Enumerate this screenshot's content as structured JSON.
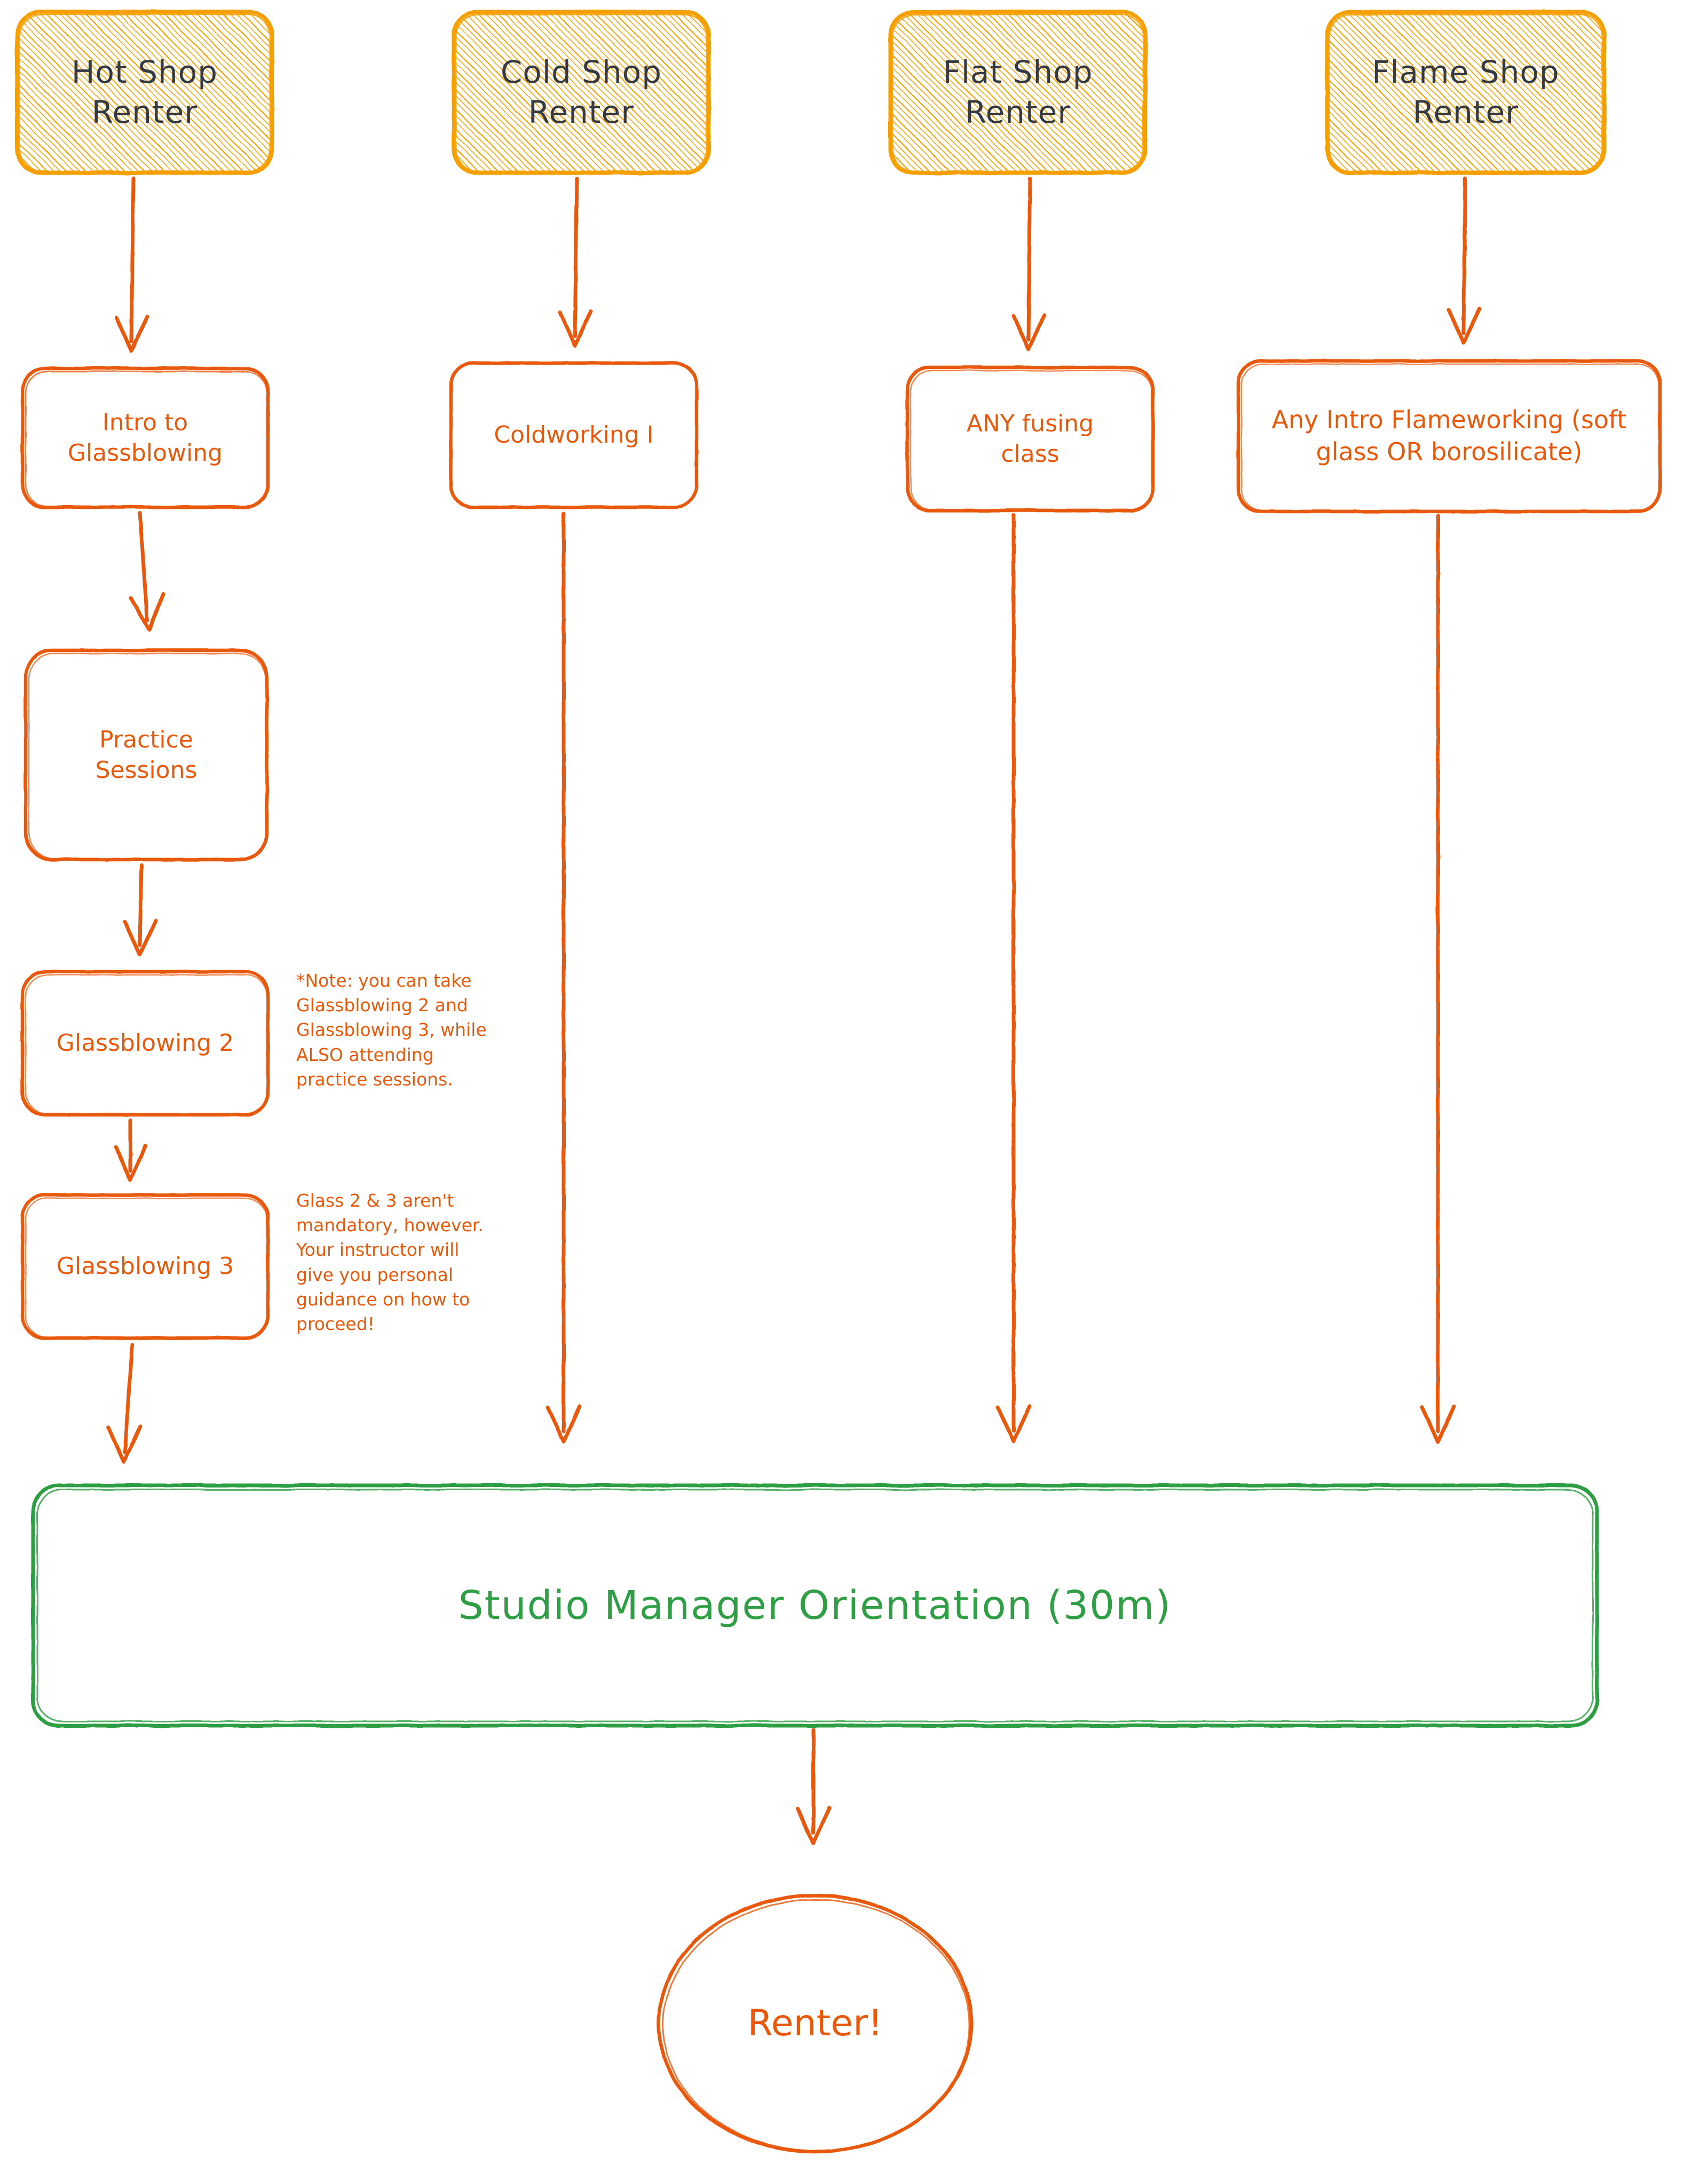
{
  "diagram": {
    "title": "Glass Studio Renter Pathways Flowchart",
    "colors": {
      "hatch_orange": "#f59f00",
      "outline_orange": "#e8590c",
      "node_text_dark": "#343a40",
      "green": "#2f9e44",
      "background": "#ffffff"
    },
    "start_nodes": [
      {
        "id": "hot-shop-renter",
        "label": "Hot Shop\nRenter"
      },
      {
        "id": "cold-shop-renter",
        "label": "Cold Shop\nRenter"
      },
      {
        "id": "flat-shop-renter",
        "label": "Flat Shop\nRenter"
      },
      {
        "id": "flame-shop-renter",
        "label": "Flame Shop\nRenter"
      }
    ],
    "class_nodes": [
      {
        "id": "intro-to-glassblowing",
        "label": "Intro to\nGlassblowing"
      },
      {
        "id": "coldworking-1",
        "label": "Coldworking I"
      },
      {
        "id": "any-fusing-class",
        "label": "ANY fusing\nclass"
      },
      {
        "id": "any-intro-flameworking",
        "label": "Any Intro Flameworking (soft\nglass OR borosilicate)"
      },
      {
        "id": "practice-sessions",
        "label": "Practice\nSessions"
      },
      {
        "id": "glassblowing-2",
        "label": "Glassblowing 2"
      },
      {
        "id": "glassblowing-3",
        "label": "Glassblowing 3"
      }
    ],
    "orientation_node": {
      "id": "studio-manager-orientation",
      "label": "Studio Manager Orientation (30m)"
    },
    "terminal_node": {
      "id": "renter-terminal",
      "label": "Renter!"
    },
    "notes": [
      {
        "id": "note-practice-sessions",
        "text": "*Note: you can take\nGlassblowing 2 and\nGlassblowing 3, while\nALSO attending\npractice sessions."
      },
      {
        "id": "note-not-mandatory",
        "text": "Glass 2 & 3 aren't\nmandatory, however.\nYour instructor will\ngive you personal\nguidance on how to\nproceed!"
      }
    ]
  }
}
